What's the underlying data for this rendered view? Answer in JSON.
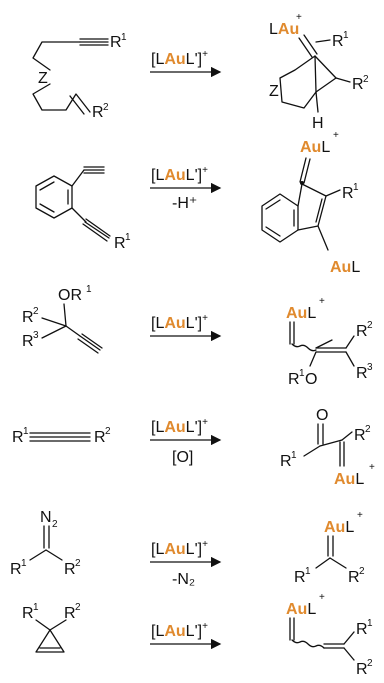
{
  "colors": {
    "gold": "#e08a2e",
    "ink": "#111111"
  },
  "catalyst": {
    "prefix": "[L",
    "au": "Au",
    "suffix": "L']",
    "charge": "+"
  },
  "labels": {
    "R": "R",
    "one": "1",
    "two": "2",
    "three": "3",
    "Z": "Z",
    "H": "H",
    "O": "O",
    "OR": "OR",
    "L": "L",
    "N": "N",
    "plus": "+",
    "AuL": "Au",
    "Lsuffix": "L"
  },
  "conditions": {
    "r2": "-H⁺",
    "r4": "[O]",
    "r5": "-N₂"
  }
}
